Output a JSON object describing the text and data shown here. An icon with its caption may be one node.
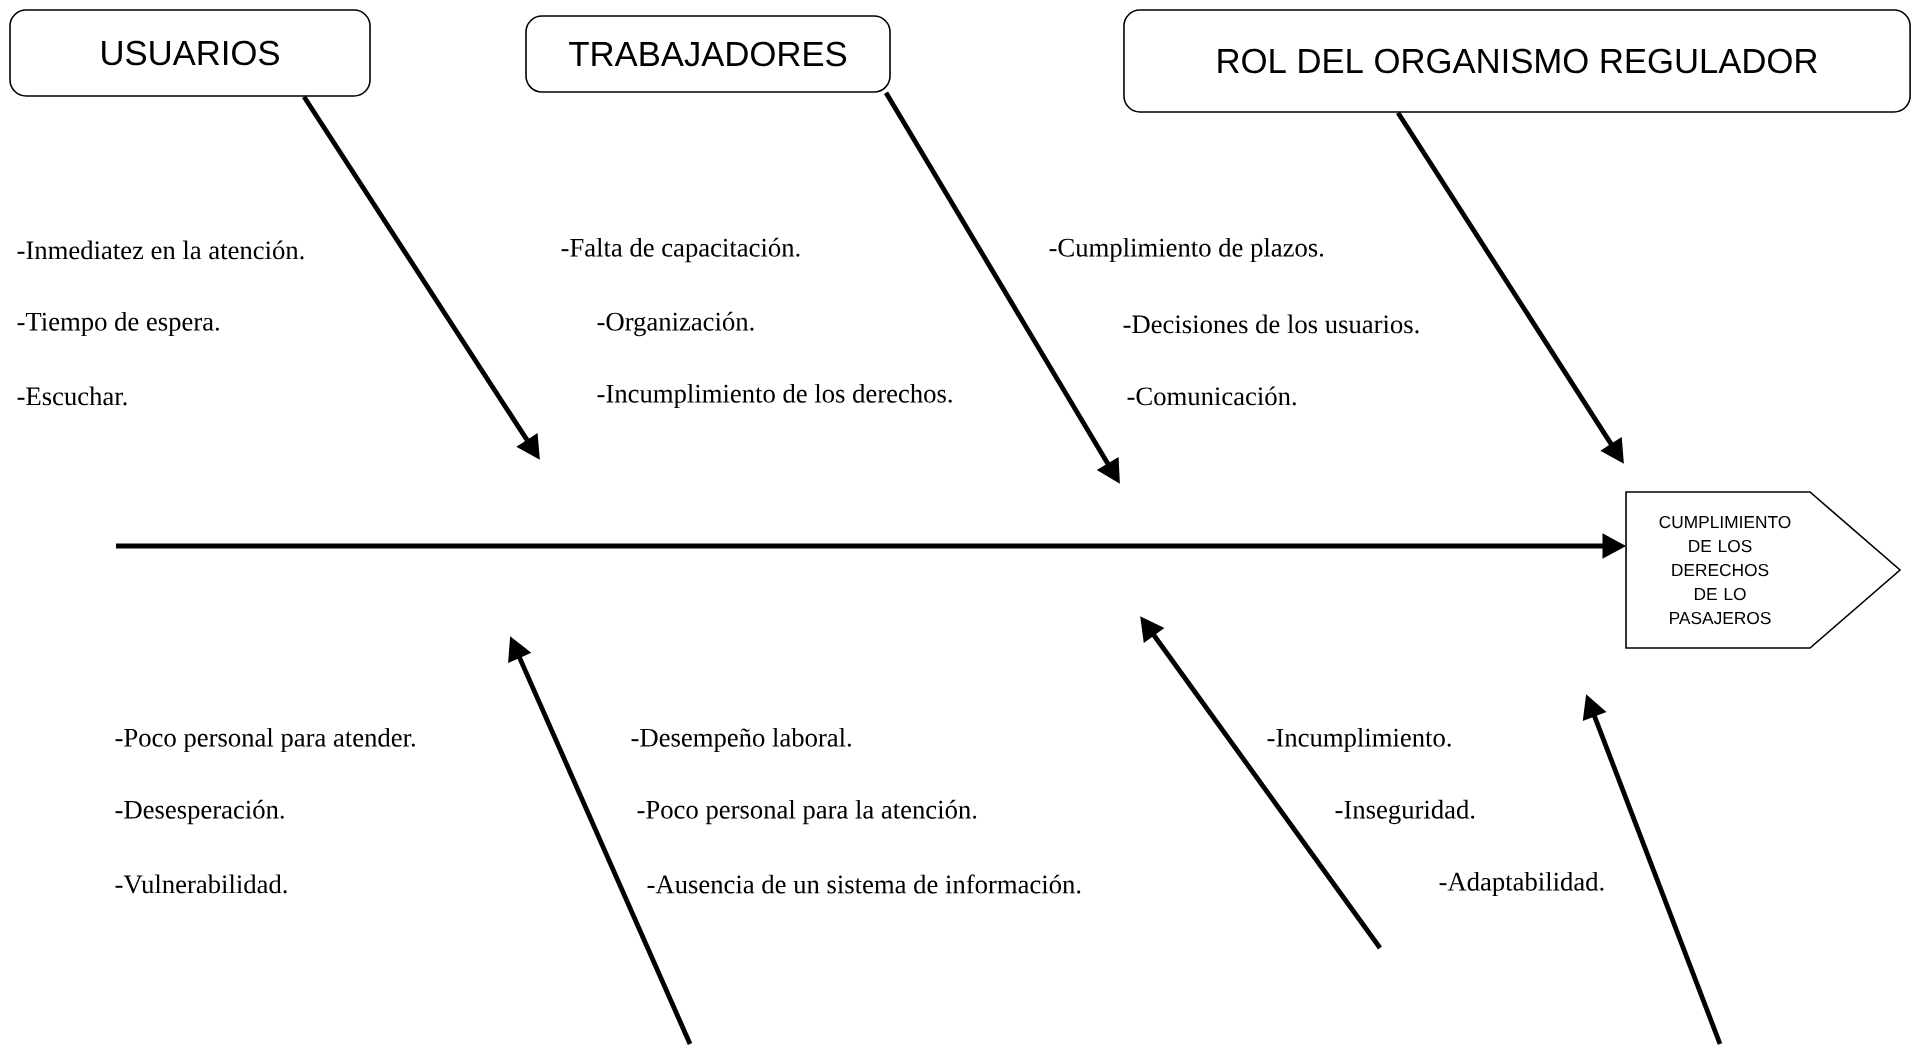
{
  "diagram": {
    "nodes": [
      {
        "text": [
          "USUARIOS"
        ]
      },
      {
        "text": [
          "TRABAJADORES"
        ]
      },
      {
        "text": [
          "ROL DEL ORGANISMO REGULADOR"
        ]
      },
      {
        "text": [
          "CUMPLIMIENTO DE LOS DERECHOS DE LO PASAJEROS"
        ]
      }
    ],
    "edges": [
      {
        "from": 0,
        "to": null,
        "arrow": "to"
      },
      {
        "from": 1,
        "to": null,
        "arrow": "to"
      },
      {
        "from": 2,
        "to": null,
        "arrow": "to"
      },
      {
        "from": null,
        "to": 3,
        "arrow": "to"
      }
    ],
    "labels": [
      "-Inmediatez en la atención.",
      "-Falta de capacitación.",
      "-Cumplimiento de plazos.",
      "-Tiempo de espera.",
      "-Organización.",
      "-Decisiones de los usuarios.",
      "-Escuchar.",
      "-Incumplimiento de los derechos.",
      "-Comunicación.",
      "-Poco personal para atender.",
      "-Desempeño laboral.",
      "-Incumplimiento.",
      "-Desesperación.",
      "-Poco personal para la atención.",
      "-Inseguridad.",
      "-Vulnerabilidad.",
      "-Ausencia de un sistema de información.",
      "-Adaptabilidad."
    ]
  }
}
